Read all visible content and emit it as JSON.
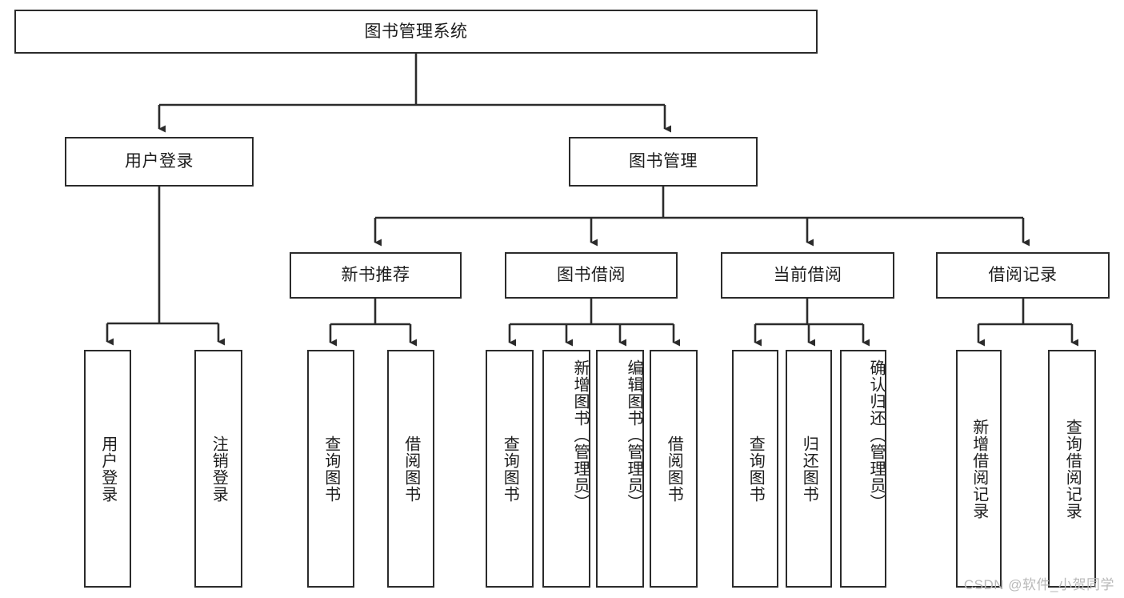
{
  "diagram": {
    "title_node": {
      "id": "root",
      "label": "图书管理系统"
    },
    "level2": [
      {
        "id": "user-login",
        "label": "用户登录"
      },
      {
        "id": "book-manage",
        "label": "图书管理"
      }
    ],
    "level3": [
      {
        "id": "new-book-recommend",
        "label": "新书推荐"
      },
      {
        "id": "book-borrow",
        "label": "图书借阅"
      },
      {
        "id": "current-borrow",
        "label": "当前借阅"
      },
      {
        "id": "borrow-record",
        "label": "借阅记录"
      }
    ],
    "leaves": [
      {
        "id": "leaf-user-login",
        "label": "用户登录",
        "parent": "user-login"
      },
      {
        "id": "leaf-logout-login",
        "label": "注销登录",
        "parent": "user-login"
      },
      {
        "id": "leaf-query-book-1",
        "label": "查询图书",
        "parent": "new-book-recommend"
      },
      {
        "id": "leaf-borrow-book-1",
        "label": "借阅图书",
        "parent": "new-book-recommend"
      },
      {
        "id": "leaf-query-book-2",
        "label": "查询图书",
        "parent": "book-borrow"
      },
      {
        "id": "leaf-add-book",
        "label": "新增图书（管理员）",
        "parent": "book-borrow"
      },
      {
        "id": "leaf-edit-book",
        "label": "编辑图书（管理员）",
        "parent": "book-borrow"
      },
      {
        "id": "leaf-borrow-book-2",
        "label": "借阅图书",
        "parent": "book-borrow"
      },
      {
        "id": "leaf-query-book-3",
        "label": "查询图书",
        "parent": "current-borrow"
      },
      {
        "id": "leaf-return-book",
        "label": "归还图书",
        "parent": "current-borrow"
      },
      {
        "id": "leaf-confirm-return",
        "label": "确认归还（管理员）",
        "parent": "current-borrow"
      },
      {
        "id": "leaf-add-borrow-record",
        "label": "新增借阅记录",
        "parent": "borrow-record"
      },
      {
        "id": "leaf-query-borrow-record",
        "label": "查询借阅记录",
        "parent": "borrow-record"
      }
    ],
    "watermark": "CSDN @软件_小贺同学",
    "colors": {
      "stroke": "#2b2b2b",
      "fill": "#ffffff",
      "text": "#1d1d1d",
      "watermark": "#b9b9b9"
    }
  }
}
